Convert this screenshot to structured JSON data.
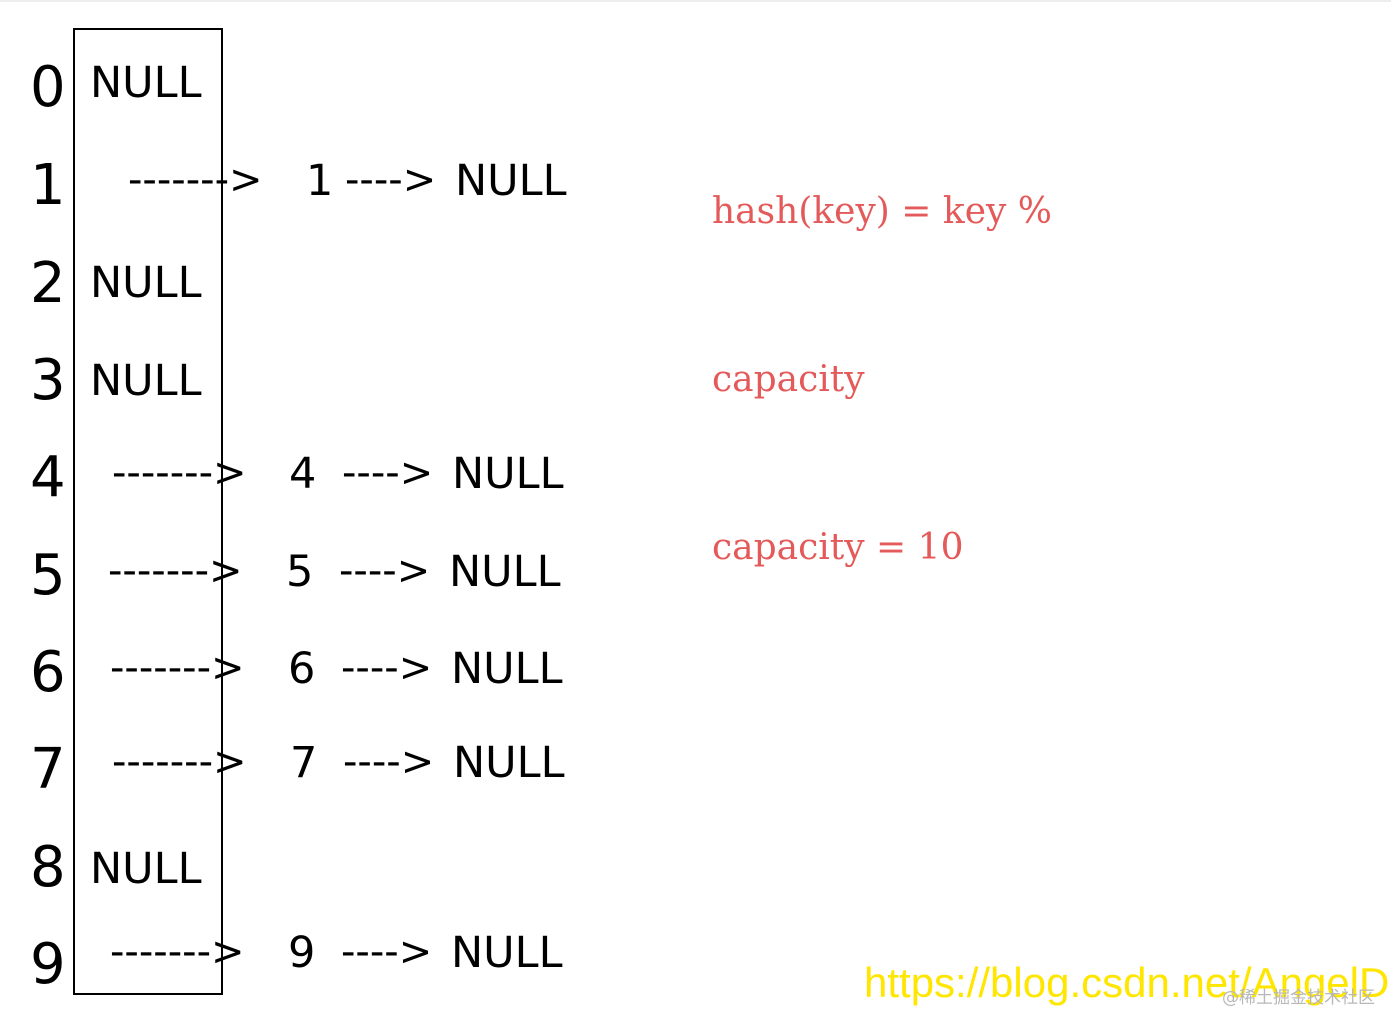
{
  "slots": [
    {
      "index": "0",
      "null_label": "NULL"
    },
    {
      "index": "1",
      "chain": {
        "arrow1": "------->",
        "key": "1",
        "arrow2": "---->",
        "end": "NULL"
      }
    },
    {
      "index": "2",
      "null_label": "NULL"
    },
    {
      "index": "3",
      "null_label": "NULL"
    },
    {
      "index": "4",
      "chain": {
        "arrow1": "------->",
        "key": "4",
        "arrow2": "---->",
        "end": "NULL"
      }
    },
    {
      "index": "5",
      "chain": {
        "arrow1": "------->",
        "key": "5",
        "arrow2": "---->",
        "end": "NULL"
      }
    },
    {
      "index": "6",
      "chain": {
        "arrow1": "------->",
        "key": "6",
        "arrow2": "---->",
        "end": "NULL"
      }
    },
    {
      "index": "7",
      "chain": {
        "arrow1": "------->",
        "key": "7",
        "arrow2": "---->",
        "end": "NULL"
      }
    },
    {
      "index": "8",
      "null_label": "NULL"
    },
    {
      "index": "9",
      "chain": {
        "arrow1": "------->",
        "key": "9",
        "arrow2": "---->",
        "end": "NULL"
      }
    }
  ],
  "formula": {
    "line1": "hash(key) = key %",
    "line2": "capacity",
    "line3": "capacity = 10",
    "color": "#e45a5a"
  },
  "watermark": {
    "url": "https://blog.csdn.net/AngelDg",
    "credit": "@稀土掘金技术社区"
  }
}
